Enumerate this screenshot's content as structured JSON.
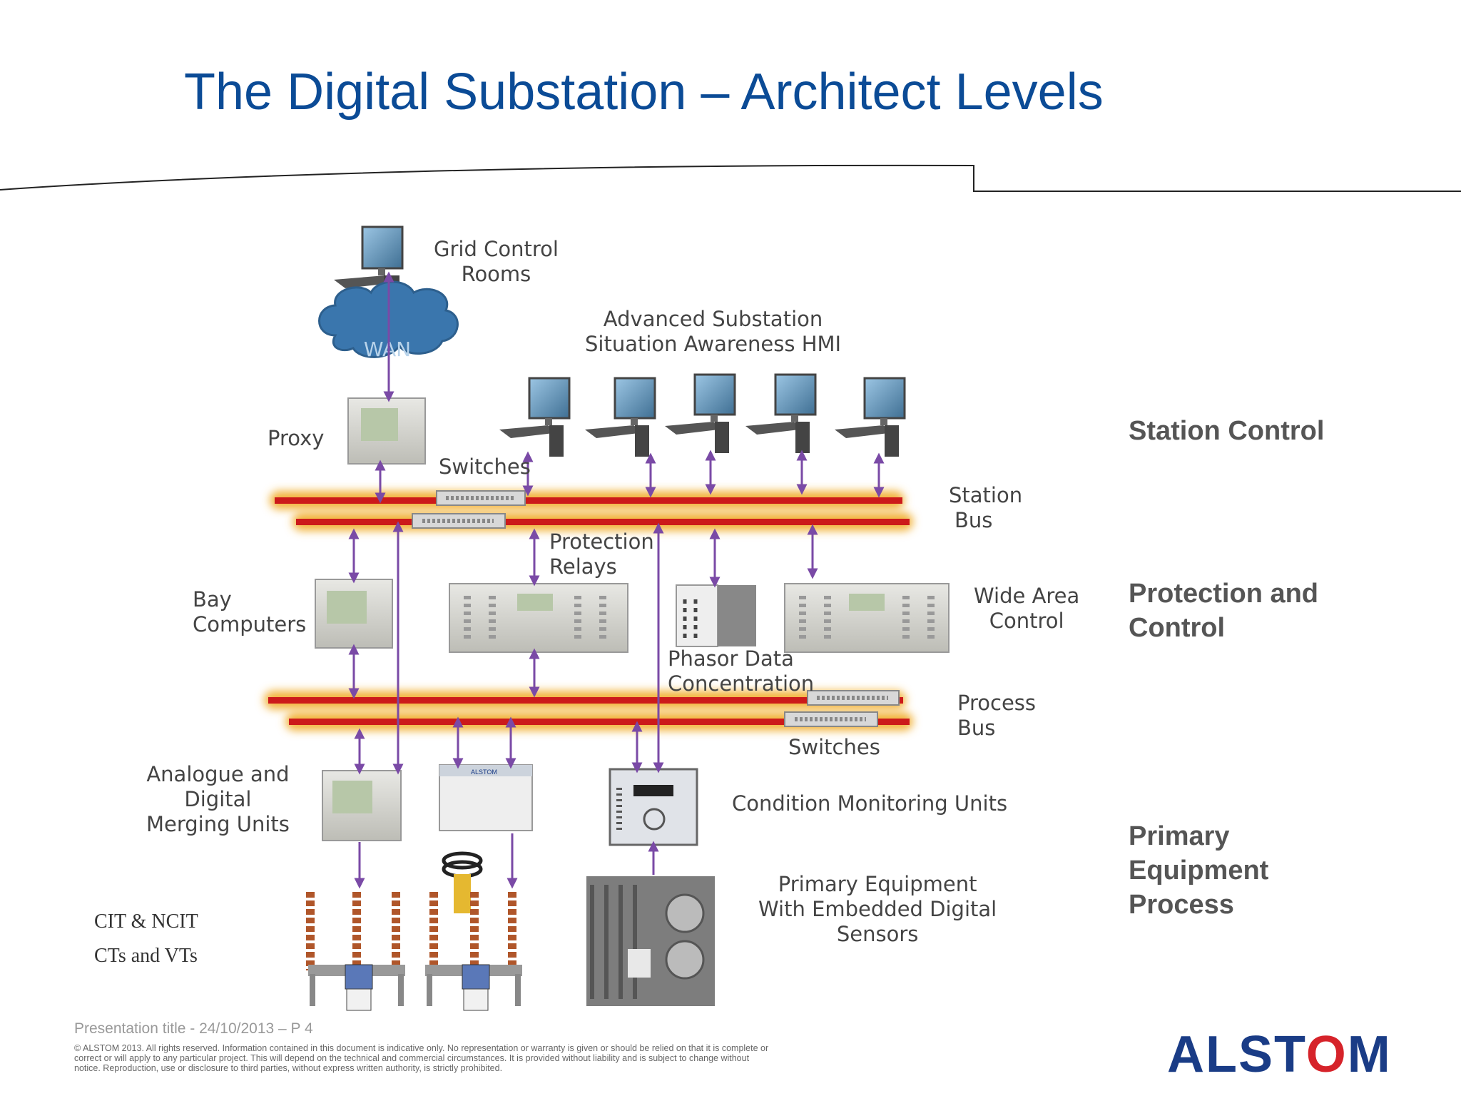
{
  "title": "The Digital Substation – Architect Levels",
  "labels": {
    "grid_control_rooms": [
      "Grid Control",
      "Rooms"
    ],
    "wan": "WAN",
    "hmi": [
      "Advanced Substation",
      "Situation Awareness HMI"
    ],
    "proxy": "Proxy",
    "switches_top": "Switches",
    "station_bus": [
      "Station",
      "Bus"
    ],
    "protection_relays": [
      "Protection",
      "Relays"
    ],
    "bay_computers": [
      "Bay",
      "Computers"
    ],
    "wide_area_control": [
      "Wide Area",
      "Control"
    ],
    "phasor_data": [
      "Phasor Data",
      "Concentration"
    ],
    "process_bus": [
      "Process",
      "Bus"
    ],
    "switches_bottom": "Switches",
    "merging_units": [
      "Analogue and",
      "Digital",
      "Merging Units"
    ],
    "condition_monitoring": "Condition Monitoring Units",
    "primary_equipment": [
      "Primary Equipment",
      "With Embedded Digital",
      "Sensors"
    ],
    "cit_ncit": "CIT & NCIT",
    "cts_vts": "CTs and VTs"
  },
  "levels": {
    "station_control": "Station Control",
    "protection_control": [
      "Protection and",
      "Control"
    ],
    "primary_equipment": [
      "Primary",
      "Equipment",
      "Process"
    ]
  },
  "footer": {
    "presentation": "Presentation title - 24/10/2013 – P 4",
    "disclaimer": "© ALSTOM 2013. All rights reserved. Information contained in this document is indicative only. No representation or warranty is given or should be relied on that it is complete or correct or will apply to any particular project. This will depend on the technical and commercial circumstances. It is provided without liability and is subject to change without notice. Reproduction, use or disclosure to third parties, without express written authority, is strictly prohibited.",
    "logo_parts": [
      "ALST",
      "O",
      "M"
    ]
  },
  "colors": {
    "title": "#0b4b96",
    "bus_red": "#cc1a1a",
    "bus_glow": "#f2b43c",
    "arrow": "#7a4aa6",
    "logo_blue": "#1a3c86",
    "logo_red": "#d6232a"
  }
}
